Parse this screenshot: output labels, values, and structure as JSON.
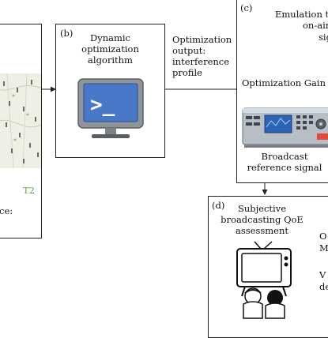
{
  "panel_a": {
    "label_t2": "T2",
    "label_ce": "ce:"
  },
  "panel_b": {
    "label": "(b)",
    "title_lines": [
      "Dynamic",
      "optimization",
      "algorithm"
    ]
  },
  "optimization_output": {
    "lines": [
      "Optimization",
      "output:",
      "interference",
      "profile"
    ]
  },
  "optimization_gain": "Optimization Gain",
  "panel_c": {
    "label": "(c)",
    "title_lines": [
      "Emulation tes",
      "on-air",
      "sig"
    ],
    "device_caption_lines": [
      "Broadcast",
      "reference signal"
    ]
  },
  "panel_d": {
    "label": "(d)",
    "title_lines": [
      "Subjective",
      "broadcasting QoE",
      "assessment"
    ]
  },
  "right_cut_text": {
    "line1": [
      "O",
      "M"
    ],
    "line2": [
      "V",
      "de"
    ]
  },
  "colors": {
    "t2_green": "#5aaa3a",
    "terminal_blue": "#4a78c8",
    "monitor_gray": "#8f949a"
  },
  "icons": {
    "terminal": "terminal-monitor-icon",
    "tv": "tv-viewers-icon",
    "map": "coverage-map-icon",
    "signal_generator": "signal-generator-icon"
  }
}
